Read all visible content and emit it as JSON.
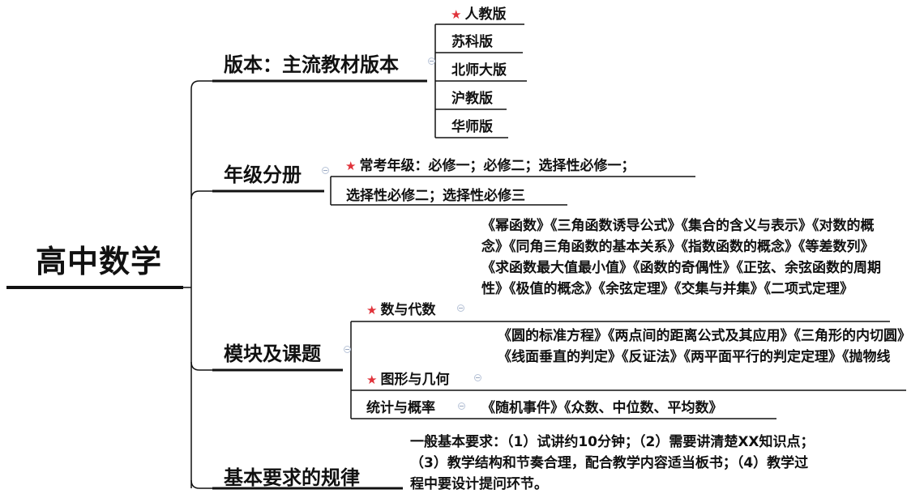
{
  "root": {
    "label": "高中数学"
  },
  "branches": {
    "edition": {
      "label": "版本：主流教材版本",
      "items": [
        "人教版",
        "苏科版",
        "北师大版",
        "沪教版",
        "华师版"
      ]
    },
    "grade": {
      "label": "年级分册",
      "line1": "常考年级：必修一；必修二；选择性必修一；",
      "line2": "选择性必修二；选择性必修三"
    },
    "modules": {
      "label": "模块及课题",
      "algebra": {
        "label": "数与代数",
        "topics": "《幂函数》《三角函数诱导公式》《集合的含义与表示》《对数的概念》《同角三角函数的基本关系》《指数函数的概念》《等差数列》《求函数最大值最小值》《函数的奇偶性》《正弦、余弦函数的周期性》《极值的概念》《余弦定理》《交集与并集》《二项式定理》"
      },
      "geometry": {
        "label": "图形与几何",
        "topics": "《圆的标准方程》《两点间的距离公式及其应用》《三角形的内切圆》《线面垂直的判定》《反证法》《两平面平行的判定定理》《抛物线"
      },
      "statistics": {
        "label": "统计与概率",
        "topics": "《随机事件》《众数、中位数、平均数》"
      }
    },
    "requirements": {
      "label": "基本要求的规律",
      "text": "一般基本要求：（1）试讲约10分钟；（2）需要讲清楚XX知识点；（3）教学结构和节奏合理，配合教学内容适当板书；（4）教学过程中要设计提问环节。"
    }
  },
  "colors": {
    "line": "#111111",
    "star": "#e0323a",
    "toggle": "#b8c4d8"
  },
  "icons": {
    "star": "star-icon",
    "collapse": "collapse-toggle-icon"
  }
}
